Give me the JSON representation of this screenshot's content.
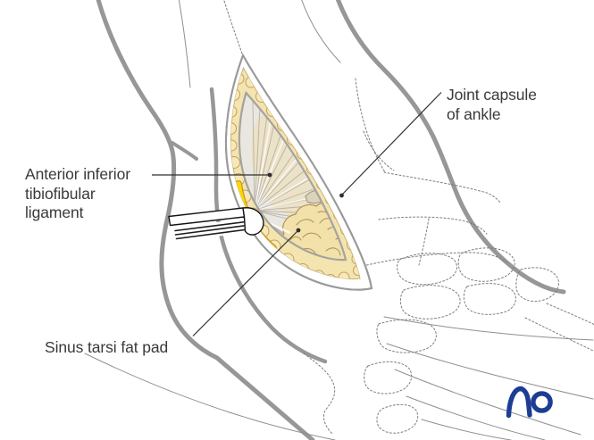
{
  "labels": {
    "joint_capsule": {
      "line1": "Joint capsule",
      "line2": "of ankle"
    },
    "tibiofibular": {
      "line1": "Anterior inferior",
      "line2": "tibiofibular",
      "line3": "ligament"
    },
    "sinus_tarsi": {
      "text": "Sinus tarsi fat pad"
    }
  },
  "logo": {
    "text": "AO",
    "color": "#1d3c94"
  },
  "colors": {
    "contour_gray": "#979797",
    "label_text": "#3a3a3a",
    "subcutaneous_fat": "#f5e7b8",
    "fat_outline": "#c2a15e",
    "ligament_strip_yellow": "#ffd900",
    "interior_fascia": "#e9e7e0",
    "cream_center": "#ece1c4",
    "logo_blue": "#1d3c94"
  }
}
